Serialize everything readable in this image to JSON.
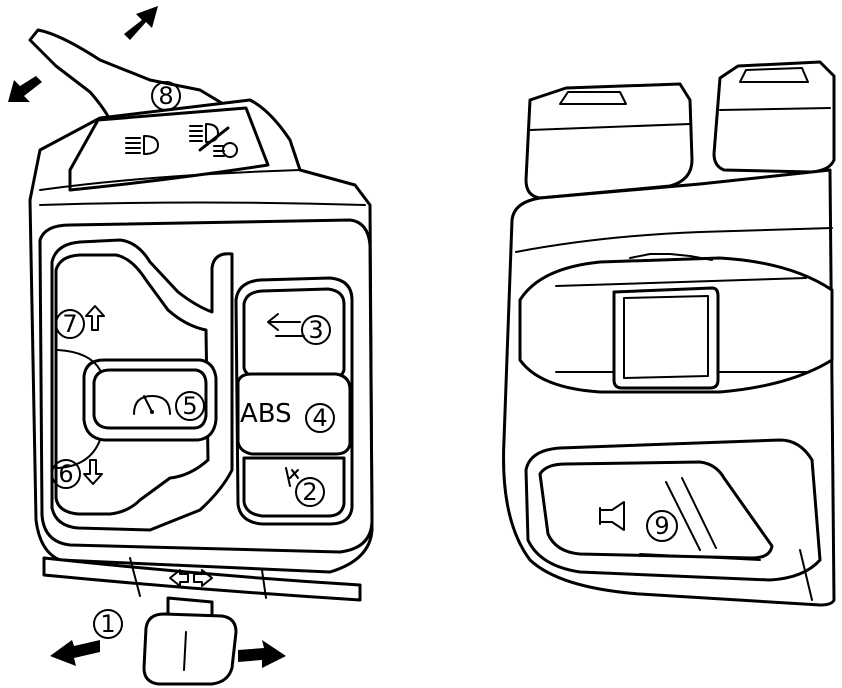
{
  "callouts": [
    "1",
    "2",
    "3",
    "4",
    "5",
    "6",
    "7",
    "8",
    "9"
  ],
  "buttons": {
    "abs_label": "ABS"
  },
  "icons": {
    "low_beam": "low-beam-icon",
    "high_beam": "high-beam-flash-icon",
    "turn_signal": "turn-signal-icon",
    "cruise": "cruise-control-icon",
    "mode_up": "arrow-up-icon",
    "mode_down": "arrow-down-icon",
    "abs": "abs-button",
    "ok": "ok-icon",
    "horn": "horn-icon",
    "hazard": "hazard-arrows-icon"
  }
}
